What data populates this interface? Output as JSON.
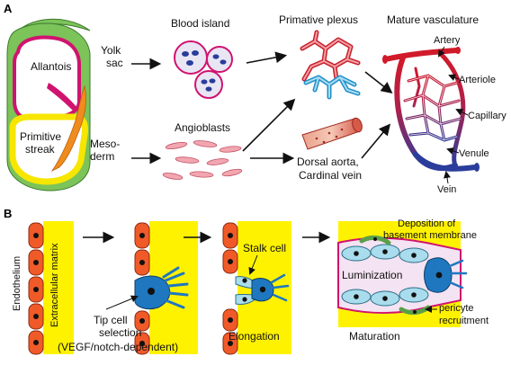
{
  "panel_a": {
    "letter": "A",
    "yolk_sac": [
      "Yolk",
      "sac"
    ],
    "allantois": "Allantois",
    "primitive_streak": [
      "Primitive",
      "streak"
    ],
    "mesoderm": [
      "Meso-",
      "derm"
    ],
    "blood_island": "Blood island",
    "angioblasts": "Angioblasts",
    "primitive_plexus": "Primative plexus",
    "dorsal_aorta": [
      "Dorsal aorta,",
      "Cardinal vein"
    ],
    "mature_vasculature": "Mature vasculature",
    "artery": "Artery",
    "arteriole": "Arteriole",
    "capillary": "Capillary",
    "venule": "Venule",
    "vein": "Vein"
  },
  "panel_b": {
    "letter": "B",
    "endothelium": "Endothelium",
    "extracellular_matrix": "Extracellular matrix",
    "tip_cell": [
      "Tip cell",
      "selection",
      "(VEGF/notch-dependent)"
    ],
    "stalk_cell": "Stalk cell",
    "elongation": "Elongation",
    "deposition": [
      "Deposition of",
      "basement membrane"
    ],
    "luminization": "Luminization",
    "pericyte": [
      "pericyte",
      "recruitment"
    ],
    "maturation": "Maturation"
  },
  "colors": {
    "embryo_green": "#7cc35a",
    "allantois_magenta": "#d0136f",
    "mesoderm_yellow": "#f7e600",
    "streak_orange": "#f08c1e",
    "matrix_yellow": "#fff200",
    "endothelium_orange": "#f05a28",
    "tip_blue": "#1f77c0",
    "stalk_lightblue": "#a9dcec",
    "artery_red": "#d11a2a",
    "vein_blue": "#2a3d9c"
  }
}
